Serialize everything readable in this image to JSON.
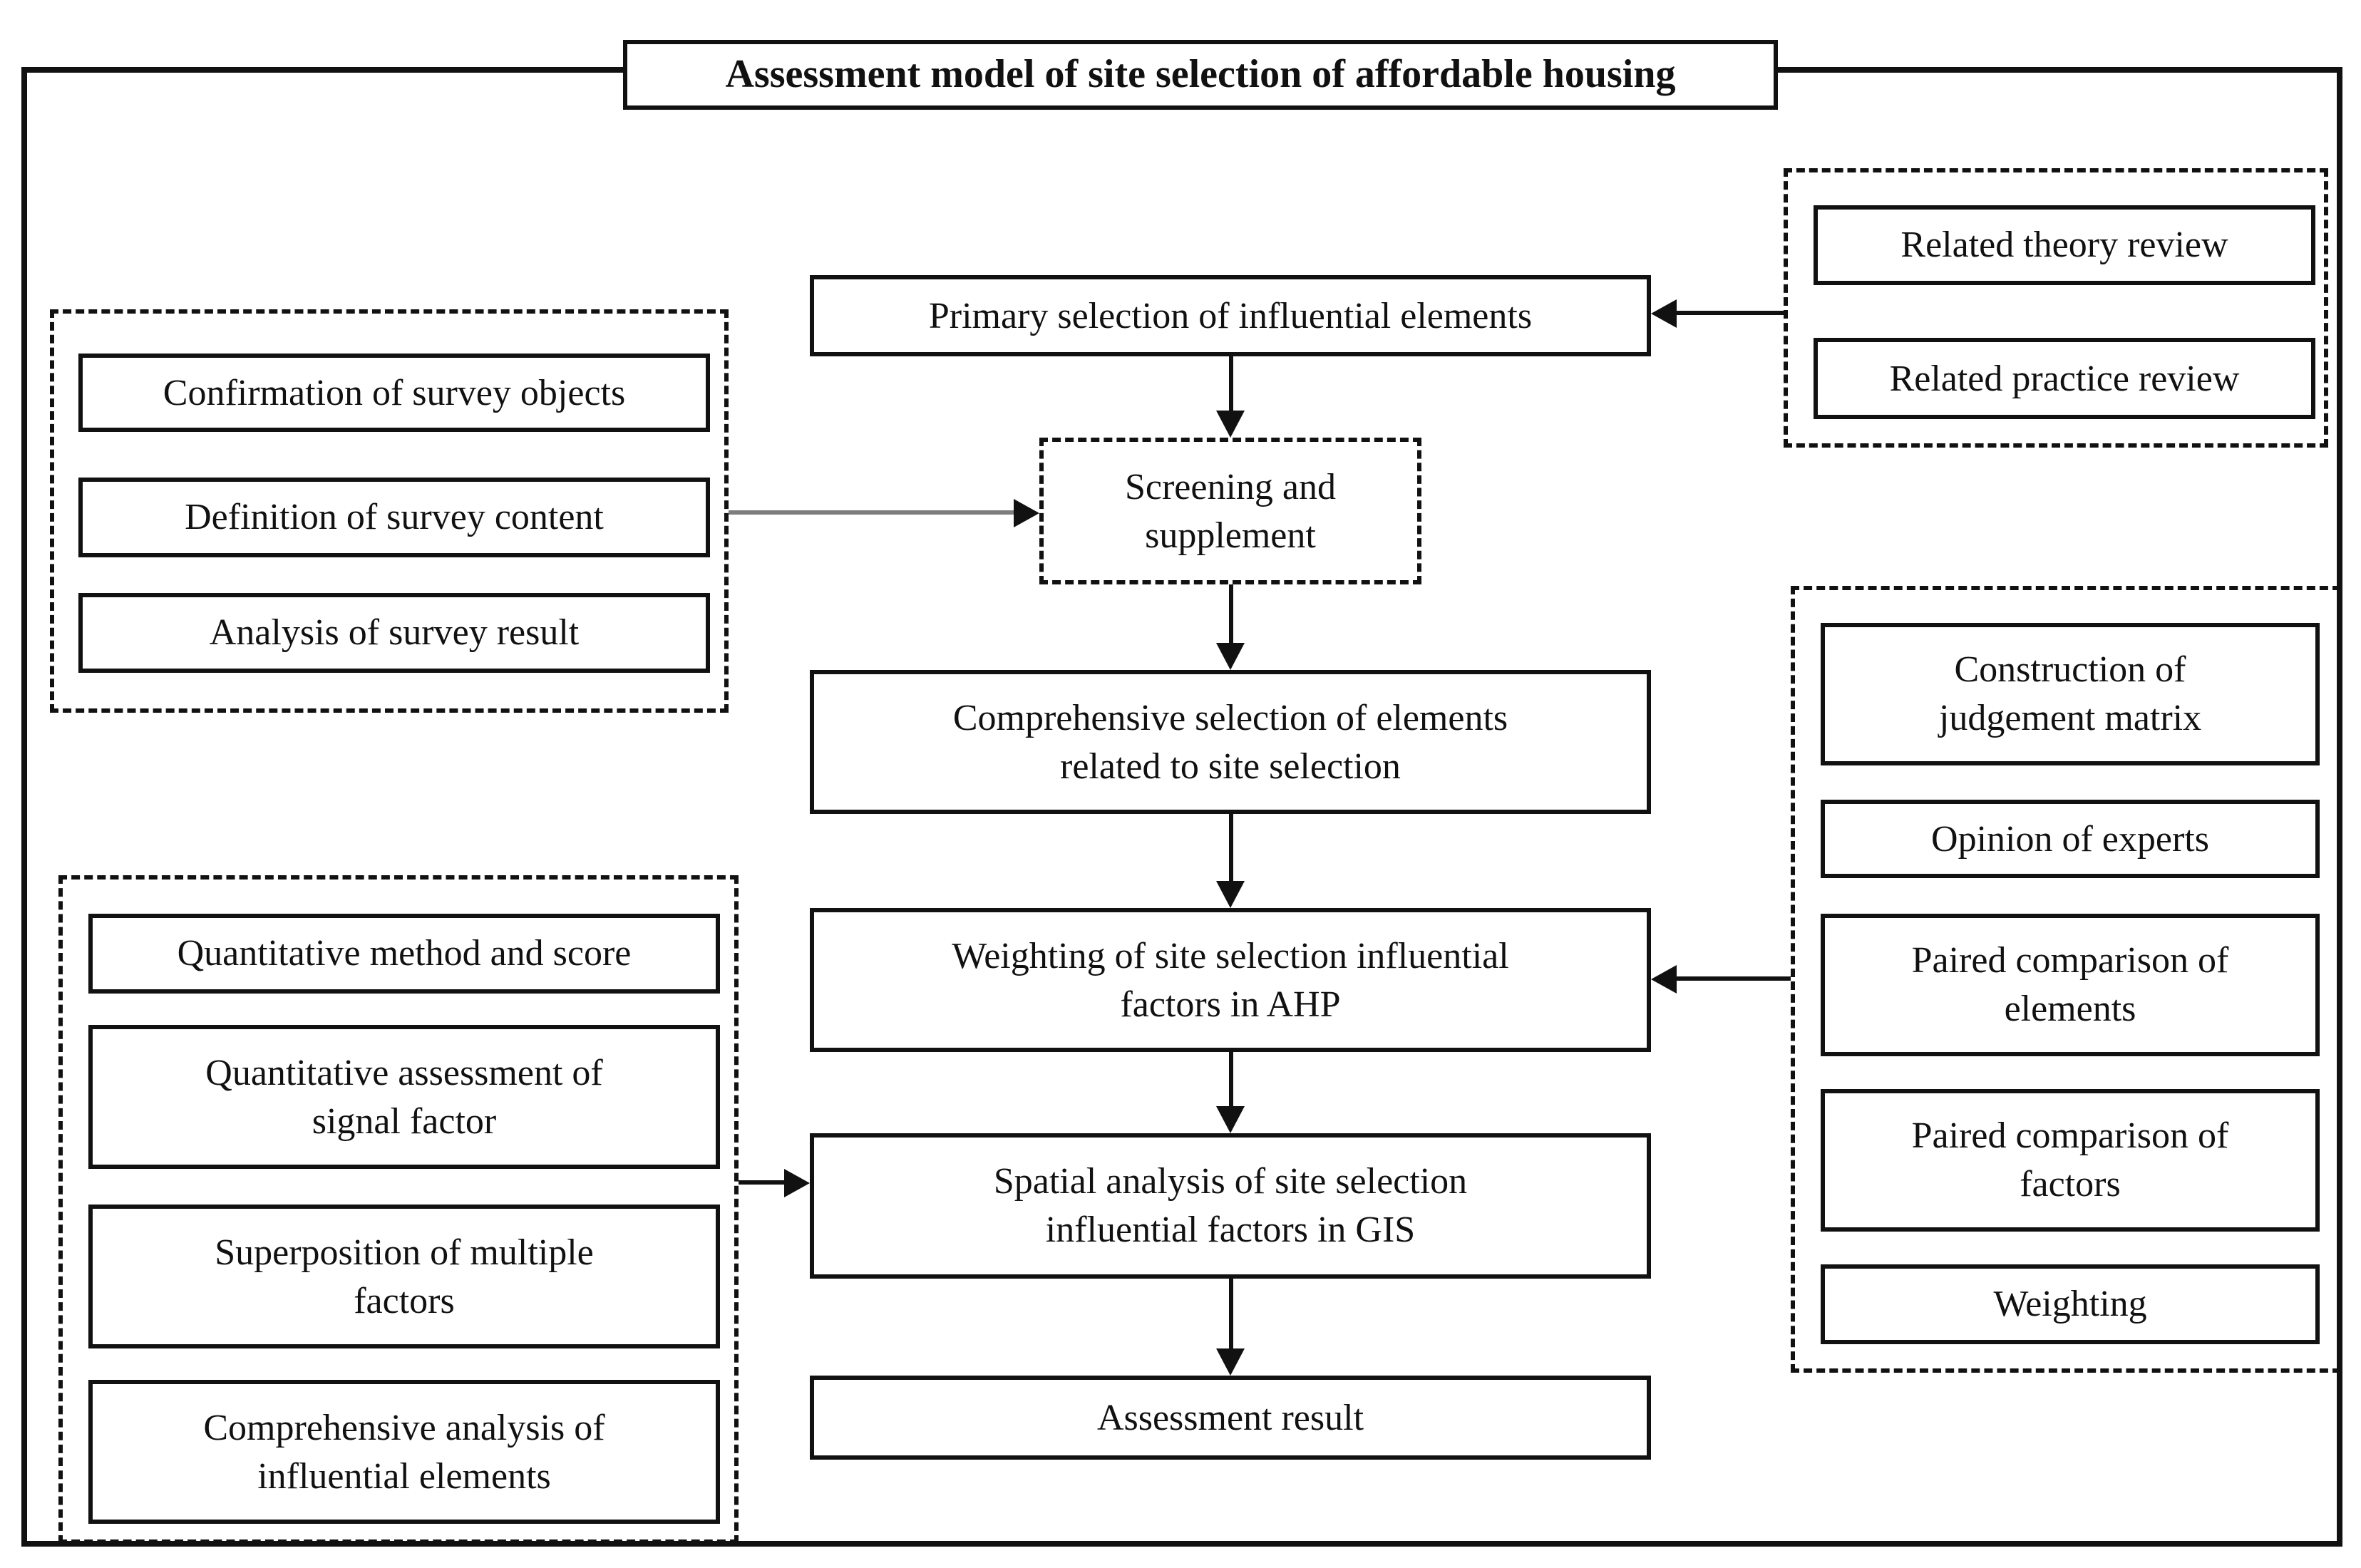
{
  "title": "Assessment model of site selection of affordable housing",
  "boxes": {
    "primary": "Primary selection of influential elements",
    "screening": "Screening and\nsupplement",
    "comprehensive": "Comprehensive selection of elements\nrelated to site selection",
    "weighting_ahp": "Weighting of site selection influential\nfactors in AHP",
    "spatial_gis": "Spatial analysis of site selection\ninfluential factors in GIS",
    "assessment": "Assessment result"
  },
  "groups": {
    "survey": {
      "items": [
        "Confirmation of survey objects",
        "Definition of survey content",
        "Analysis of survey result"
      ]
    },
    "review": {
      "items": [
        "Related theory review",
        "Related practice review"
      ]
    },
    "quantitative": {
      "items": [
        "Quantitative method and score",
        "Quantitative assessment of\nsignal factor",
        "Superposition of multiple\nfactors",
        "Comprehensive analysis of\ninfluential elements"
      ]
    },
    "ahp": {
      "items": [
        "Construction of\njudgement matrix",
        "Opinion of experts",
        "Paired comparison of\nelements",
        "Paired comparison of\nfactors",
        "Weighting"
      ]
    }
  },
  "edges": [
    {
      "from": "review-group",
      "to": "primary-selection"
    },
    {
      "from": "primary-selection",
      "to": "screening-supplement"
    },
    {
      "from": "survey-group",
      "to": "screening-supplement"
    },
    {
      "from": "screening-supplement",
      "to": "comprehensive-selection"
    },
    {
      "from": "comprehensive-selection",
      "to": "weighting-ahp"
    },
    {
      "from": "ahp-group",
      "to": "weighting-ahp"
    },
    {
      "from": "weighting-ahp",
      "to": "spatial-analysis-gis"
    },
    {
      "from": "quantitative-group",
      "to": "spatial-analysis-gis"
    },
    {
      "from": "spatial-analysis-gis",
      "to": "assessment-result"
    }
  ],
  "colors": {
    "ink": "#111111",
    "connector_gray": "#7d7d7d",
    "background": "#ffffff"
  }
}
